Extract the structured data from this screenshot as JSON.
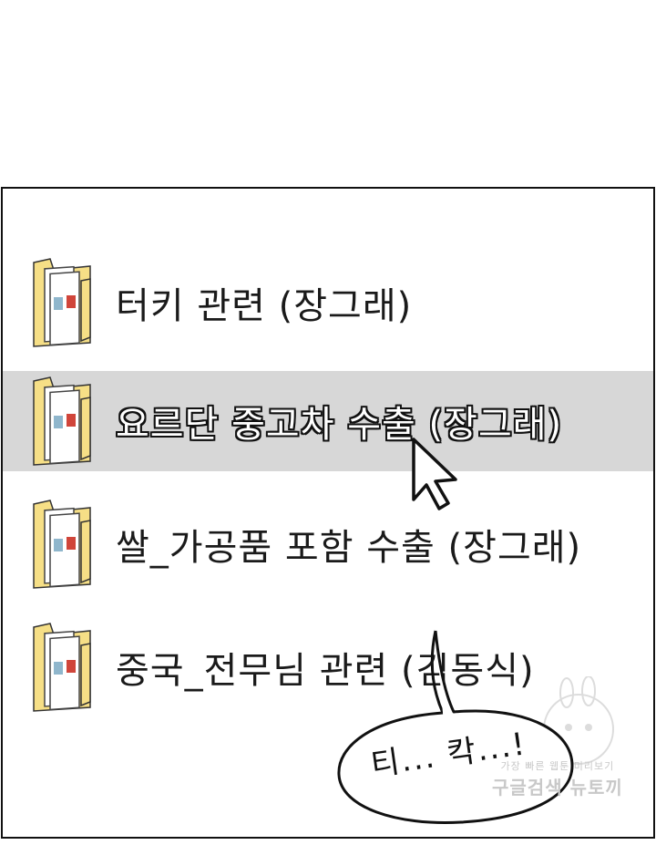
{
  "folders": [
    {
      "label": "터키 관련 (장그래)",
      "icon": "folder-icon",
      "selected": false
    },
    {
      "label": "요르단 중고차 수출 (장그래)",
      "icon": "folder-icon",
      "selected": true
    },
    {
      "label": "쌀_가공품 포함 수출 (장그래)",
      "icon": "folder-icon",
      "selected": false
    },
    {
      "label": "중국_전무님 관련 (김동식)",
      "icon": "folder-icon",
      "selected": false
    }
  ],
  "speech_bubble": {
    "text": "티... 칵...!"
  },
  "watermark": {
    "line1": "가장 빠른 웹툰 미리보기",
    "line2": "구글검색 뉴토끼"
  },
  "colors": {
    "folder_yellow": "#f6df86",
    "selected_row": "#d7d7d7",
    "border": "#111111"
  }
}
